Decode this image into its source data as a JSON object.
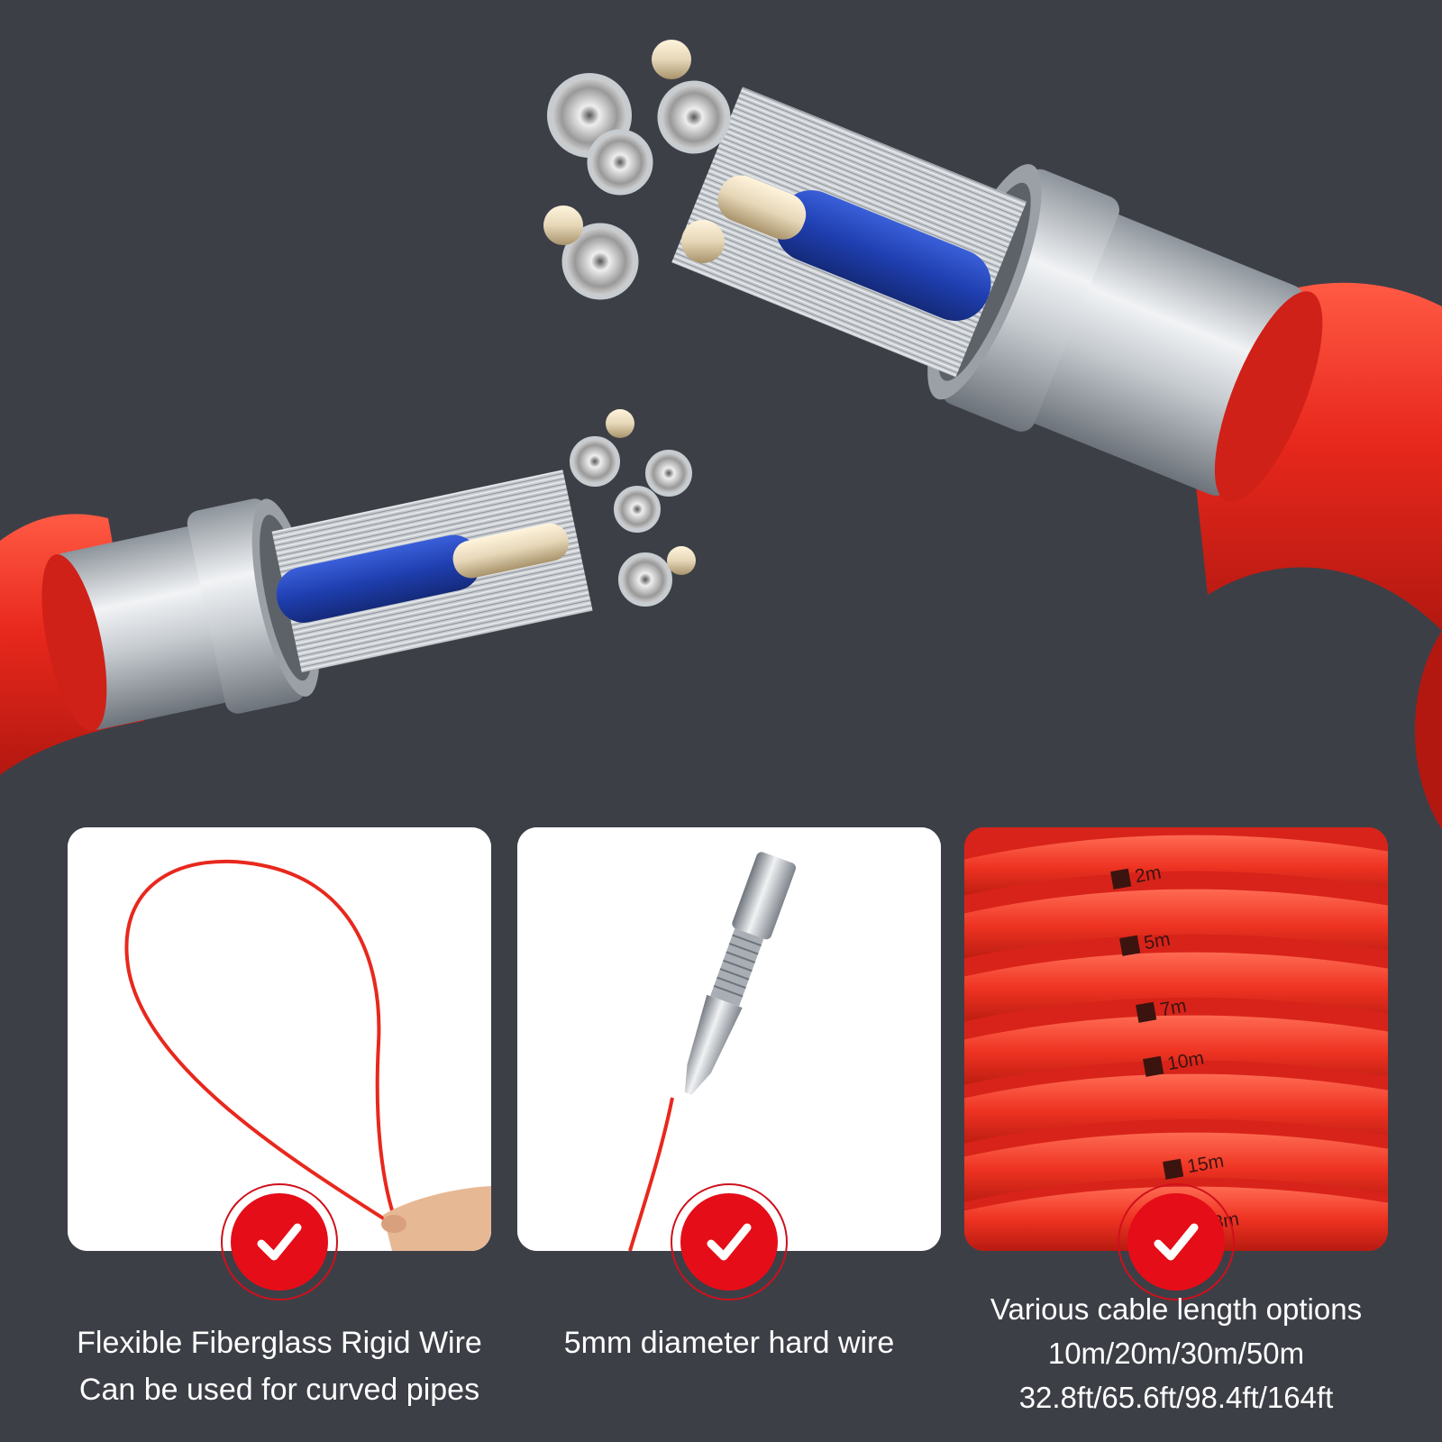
{
  "colors": {
    "background": "#3d3f47",
    "cable_red": "#e8281d",
    "badge_red": "#e50d18",
    "panel_white": "#ffffff",
    "conductor_blue": "#1f3fb0",
    "metal_silver": "#c7ccd1",
    "brass": "#e6d7b8"
  },
  "hero": {
    "icons": [
      "cable-cross-section-icon",
      "cable-cross-section-icon"
    ]
  },
  "panels": [
    {
      "icon": "fiberglass-loop-icon",
      "badge_icon": "checkmark-icon",
      "caption": [
        "Flexible Fiberglass Rigid Wire",
        "Can be used for curved pipes"
      ]
    },
    {
      "icon": "flexible-tip-icon",
      "badge_icon": "checkmark-icon",
      "caption": [
        "5mm diameter hard wire"
      ]
    },
    {
      "icon": "cable-coil-icon",
      "badge_icon": "checkmark-icon",
      "length_marks": [
        "2m",
        "5m",
        "7m",
        "10m",
        "15m",
        "8m"
      ],
      "caption": [
        "Various cable length options",
        "10m/20m/30m/50m",
        "32.8ft/65.6ft/98.4ft/164ft"
      ]
    }
  ]
}
